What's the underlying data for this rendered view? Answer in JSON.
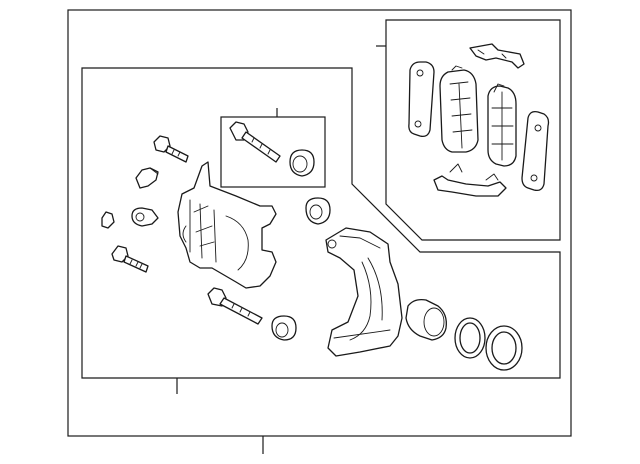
{
  "diagram": {
    "title": "",
    "callouts": [],
    "colors": {
      "line": "#1a1a1a",
      "background": "#ffffff"
    },
    "assembly_groups": [
      {
        "id": "caliper-assembly"
      },
      {
        "id": "pad-set"
      },
      {
        "id": "guide-pin-kit"
      }
    ]
  }
}
